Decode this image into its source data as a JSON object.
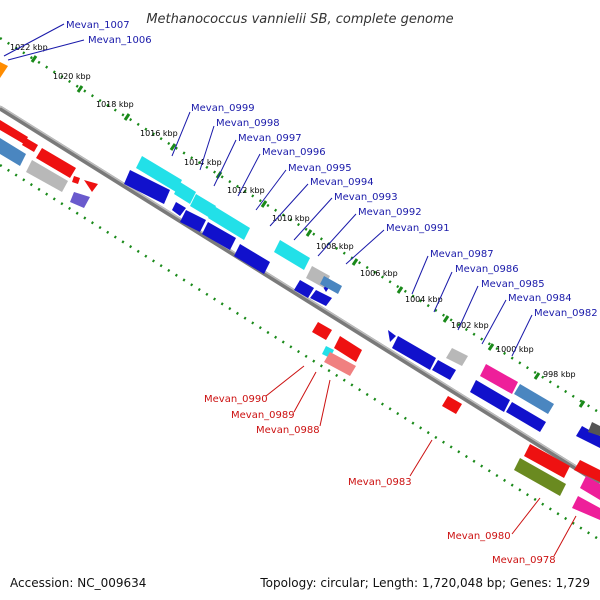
{
  "title": "Methanococcus vannielii SB, complete genome",
  "footer": {
    "accession": "Accession: NC_009634",
    "topology": "Topology: circular; Length: 1,720,048 bp; Genes: 1,729"
  },
  "ruler_labels": [
    "1022 kbp",
    "1020 kbp",
    "1018 kbp",
    "1016 kbp",
    "1014 kbp",
    "1012 kbp",
    "1010 kbp",
    "1008 kbp",
    "1006 kbp",
    "1004 kbp",
    "1002 kbp",
    "1000 kbp",
    "998 kbp"
  ],
  "forward_gene_labels": [
    "Mevan_1007",
    "Mevan_1006",
    "Mevan_0999",
    "Mevan_0998",
    "Mevan_0997",
    "Mevan_0996",
    "Mevan_0995",
    "Mevan_0994",
    "Mevan_0993",
    "Mevan_0992",
    "Mevan_0991",
    "Mevan_0987",
    "Mevan_0986",
    "Mevan_0985",
    "Mevan_0984",
    "Mevan_0982"
  ],
  "reverse_gene_labels": [
    "Mevan_0990",
    "Mevan_0989",
    "Mevan_0988",
    "Mevan_0983",
    "Mevan_0980",
    "Mevan_0978"
  ],
  "colors": {
    "backbone": "#888888",
    "tick": "#1a8a1a",
    "label_blue": "#1a1aaa",
    "label_red": "#cc1111",
    "gene_red": "#ee1111",
    "gene_blue": "#1111cc",
    "gene_cyan": "#22e0e8",
    "gene_steel": "#4a86c0",
    "gene_gray": "#b8b8b8",
    "gene_magenta": "#ee1f9a",
    "gene_olive": "#6a8a20",
    "gene_orange": "#ff8c00",
    "gene_pink": "#f08080",
    "gene_purple": "#6a5acd"
  }
}
